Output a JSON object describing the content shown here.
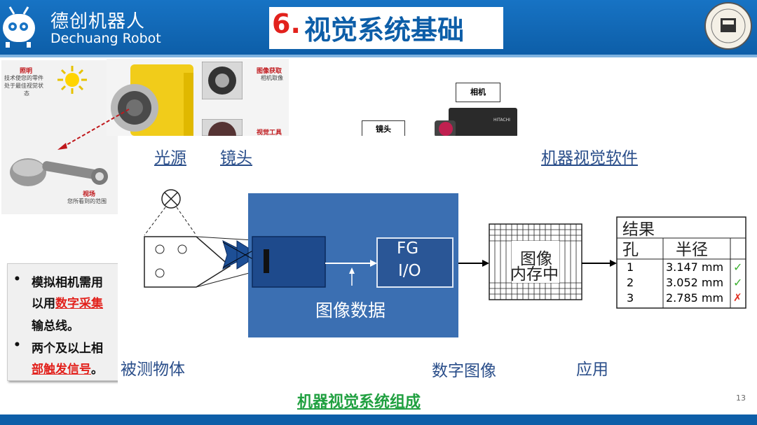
{
  "header": {
    "brand_cn": "德创机器人",
    "brand_en": "Dechuang Robot",
    "title_number": "6.",
    "title_text": "视觉系统基础"
  },
  "left_image": {
    "lighting_title": "照明",
    "lighting_desc_1": "技术使您的零件",
    "lighting_desc_2": "处于最佳视觉状",
    "lighting_desc_3": "态",
    "fov_title": "视场",
    "fov_desc": "您所看到的范围"
  },
  "camera_image": {
    "acquire_title": "图像获取",
    "acquire_desc": "相机取像",
    "tools_title": "视觉工具"
  },
  "labels": {
    "camera": "相机",
    "lens": "镜头",
    "hitachi": "HITACHI"
  },
  "bullets": {
    "line1": "模拟相机需用",
    "line2_prefix": "以用",
    "line2_red": "数字采集",
    "line3": "输总线。",
    "line4": "两个及以上相",
    "line5_red": "部触发信号",
    "line5_suffix": "。"
  },
  "diagram": {
    "light_label": "光源",
    "lens_label": "镜头",
    "software_label": "机器视觉软件",
    "object_label": "被测物体",
    "digital_label": "数字图像",
    "app_label": "应用",
    "image_data": "图像数据",
    "fg_line1": "FG",
    "fg_line2": "I/O",
    "memory_line1": "图像",
    "memory_line2": "内存中",
    "result_title": "结果",
    "hole_header": "孔",
    "radius_header": "半径",
    "rows": [
      {
        "hole": "1",
        "radius": "3.147 mm",
        "mark": "✓"
      },
      {
        "hole": "2",
        "radius": "3.052 mm",
        "mark": "✓"
      },
      {
        "hole": "3",
        "radius": "2.785 mm",
        "mark": "✗"
      }
    ]
  },
  "caption": "机器视觉系统组成",
  "page_number": "13",
  "colors": {
    "header_blue": "#1773c4",
    "title_red": "#e2211c",
    "caption_green": "#20a040",
    "diagram_blue": "#3b6fb2"
  }
}
